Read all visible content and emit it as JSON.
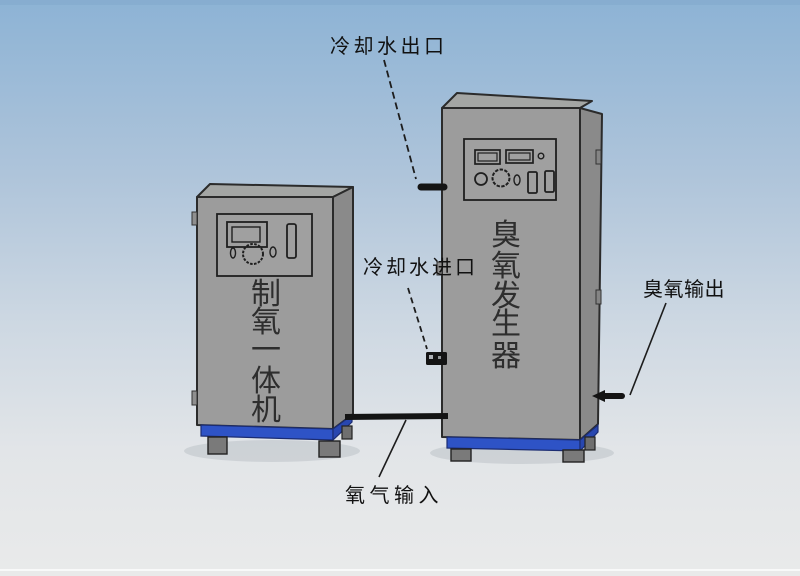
{
  "machines": {
    "oxygen": {
      "name": "制氧一体机",
      "chars": [
        "制",
        "氧",
        "一",
        "体",
        "机"
      ]
    },
    "ozone": {
      "name": "臭氧发生器",
      "chars": [
        "臭",
        "氧",
        "发",
        "生",
        "器"
      ]
    }
  },
  "callouts": {
    "cooling_water_outlet": "冷却水出口",
    "cooling_water_inlet": "冷却水进口",
    "ozone_output": "臭氧输出",
    "oxygen_input": "氧气输入"
  },
  "colors": {
    "background_top": "#8db3d5",
    "background_bottom": "#e9eaea",
    "cabinet_front": "#9c9c9c",
    "cabinet_side": "#8a8a8a",
    "cabinet_top": "#a4a6a4",
    "cabinet_outline": "#2b2b2b",
    "base_blue": "#2e53c6",
    "foot_gray": "#7a7a7a",
    "pipe_black": "#141414",
    "label_text": "#111111"
  }
}
